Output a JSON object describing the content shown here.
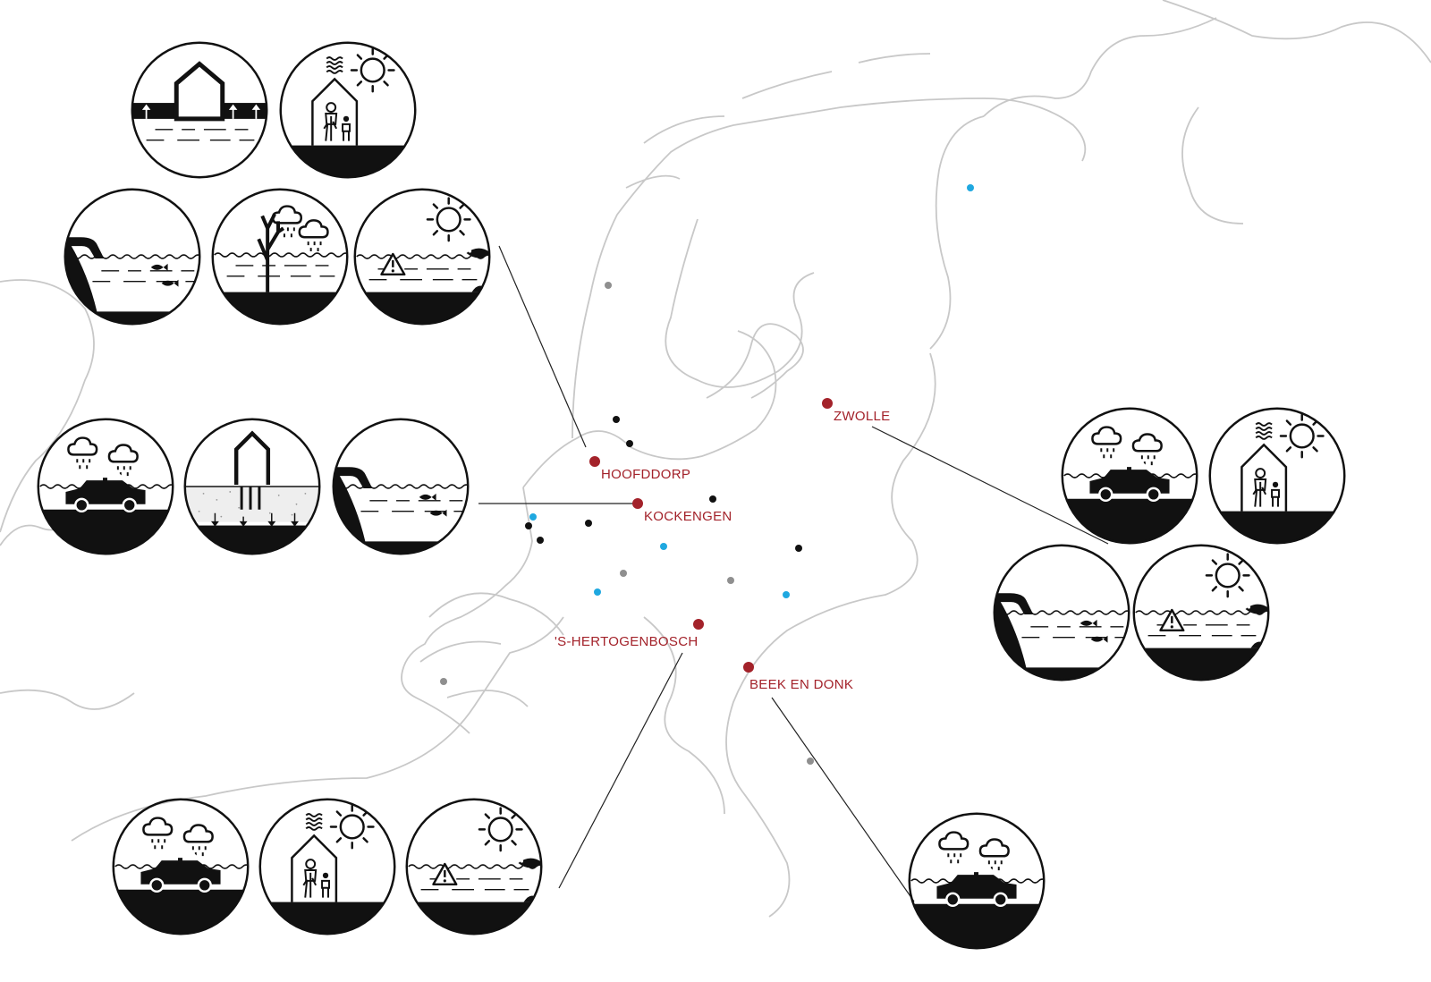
{
  "colors": {
    "coast": "#c8c8c8",
    "city": "#a3222a",
    "black_dot": "#111111",
    "blue_dot": "#1fa8e0",
    "grey_dot": "#8f8f8f",
    "icon": "#111111"
  },
  "cities": [
    {
      "id": "hoofddorp",
      "label": "HOOFDDORP"
    },
    {
      "id": "kockengen",
      "label": "KOCKENGEN"
    },
    {
      "id": "zwolle",
      "label": "ZWOLLE"
    },
    {
      "id": "hertogenbosch",
      "label": "'S-HERTOGENBOSCH"
    },
    {
      "id": "beek-en-donk",
      "label": "BEEK EN DONK"
    }
  ],
  "icon_groups": [
    {
      "city": "hoofddorp",
      "icons": [
        "floating-house-icon",
        "heat-house-icon",
        "outflow-pipe-icon",
        "dead-tree-rain-icon",
        "fish-warning-icon"
      ]
    },
    {
      "city": "kockengen",
      "icons": [
        "flooded-car-icon",
        "subsiding-house-icon",
        "outflow-pipe-icon"
      ]
    },
    {
      "city": "zwolle",
      "icons": [
        "flooded-car-icon",
        "heat-house-icon",
        "outflow-pipe-icon",
        "fish-warning-icon"
      ]
    },
    {
      "city": "hertogenbosch",
      "icons": [
        "flooded-car-icon",
        "heat-house-icon",
        "fish-warning-icon"
      ]
    },
    {
      "city": "beek-en-donk",
      "icons": [
        "flooded-car-icon"
      ]
    }
  ]
}
